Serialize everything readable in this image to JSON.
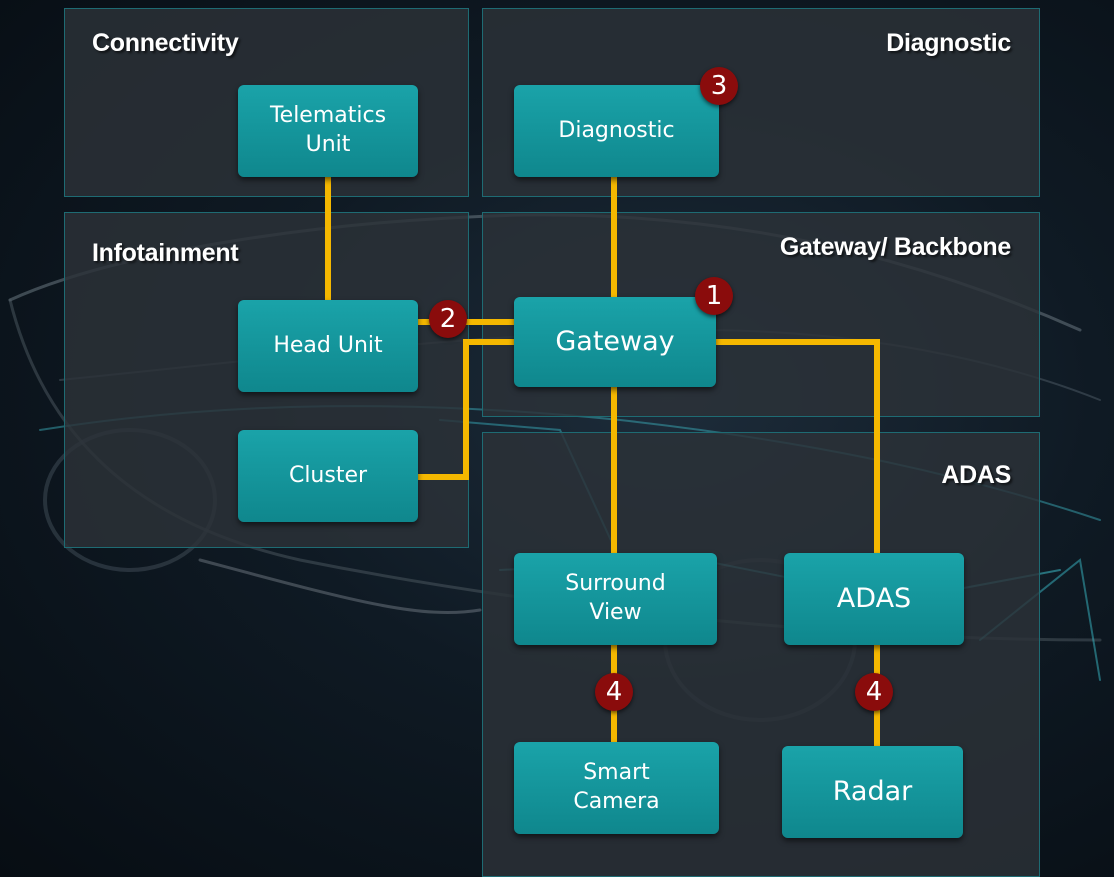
{
  "panels": {
    "connectivity": "Connectivity",
    "diagnostic": "Diagnostic",
    "infotainment": "Infotainment",
    "gateway": "Gateway/ Backbone",
    "adas": "ADAS"
  },
  "nodes": {
    "telematics": "Telematics\nUnit",
    "diagnostic": "Diagnostic",
    "head_unit": "Head Unit",
    "gateway": "Gateway",
    "cluster": "Cluster",
    "surround_view": "Surround\nView",
    "adas": "ADAS",
    "smart_camera": "Smart\nCamera",
    "radar": "Radar"
  },
  "badges": {
    "gateway": "1",
    "head_unit_link": "2",
    "diagnostic": "3",
    "surround_camera_link": "4",
    "adas_radar_link": "4"
  },
  "colors": {
    "node": "#12979d",
    "connection": "#f5b800",
    "badge": "#8a0c0c",
    "panel_border": "#1e6b73"
  }
}
